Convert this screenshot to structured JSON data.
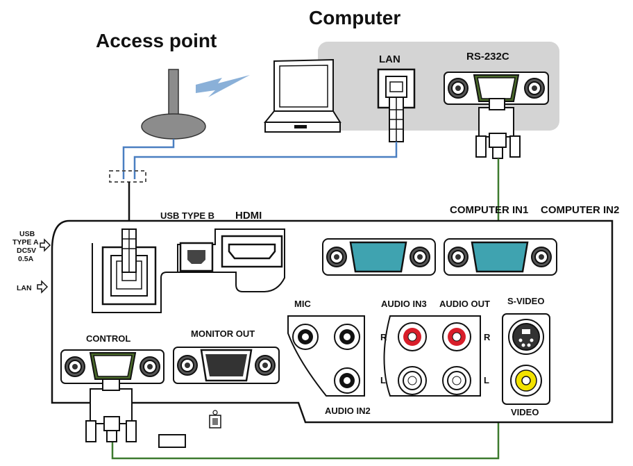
{
  "titles": {
    "computer": "Computer",
    "access_point": "Access point"
  },
  "computer_panel": {
    "lan": "LAN",
    "rs232c": "RS-232C"
  },
  "projector": {
    "usb_type_b": "USB TYPE B",
    "hdmi": "HDMI",
    "computer_in1": "COMPUTER IN1",
    "computer_in2": "COMPUTER IN2",
    "usb_type_a": [
      "USB",
      "TYPE A",
      "DC5V",
      "0.5A"
    ],
    "lan": "LAN",
    "mic": "MIC",
    "audio_in3": "AUDIO IN3",
    "audio_out": "AUDIO OUT",
    "s_video": "S-VIDEO",
    "control": "CONTROL",
    "monitor_out": "MONITOR OUT",
    "audio_in2": "AUDIO IN2",
    "video": "VIDEO",
    "r": "R",
    "l": "L"
  },
  "colors": {
    "lan_cable": "#4a7fc1",
    "serial_cable": "#3c7a2e",
    "panel_gray": "#d4d4d4",
    "vga_teal": "#3fa3b0",
    "rca_red": "#d81e2a",
    "rca_yellow": "#f2e200"
  }
}
